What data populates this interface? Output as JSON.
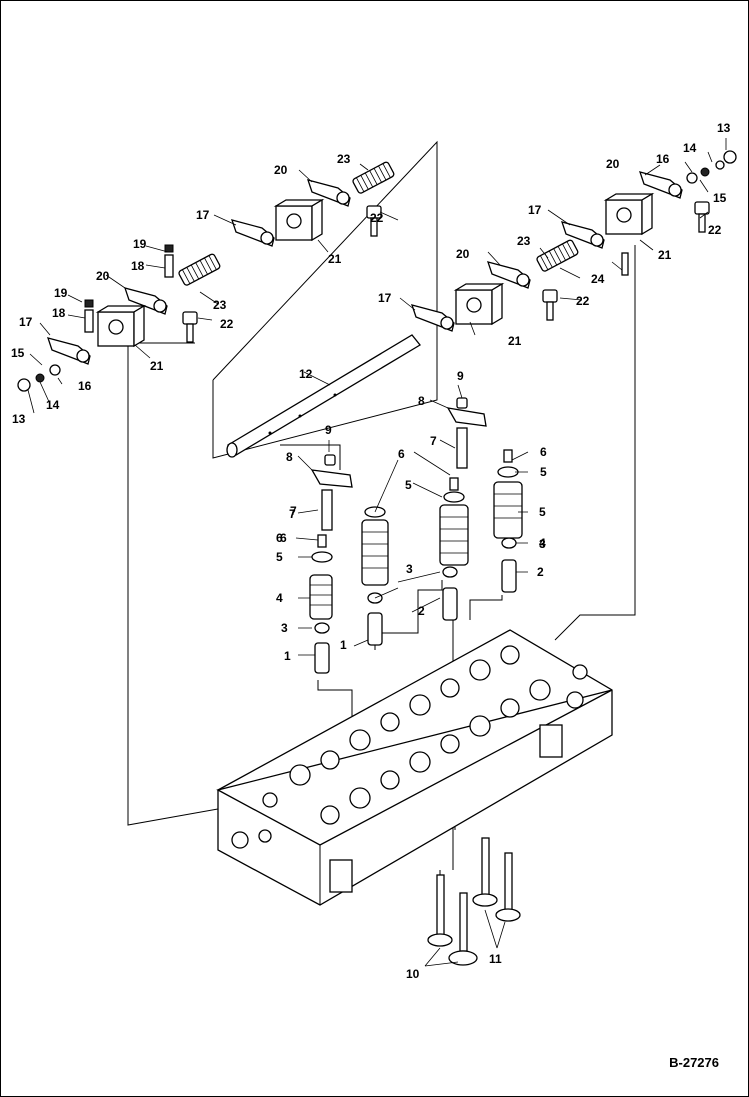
{
  "diagram": {
    "reference": "B-27276",
    "callouts": [
      {
        "id": "c13a",
        "text": "13"
      },
      {
        "id": "c14a",
        "text": "14"
      },
      {
        "id": "c16a",
        "text": "16"
      },
      {
        "id": "c20a",
        "text": "20"
      },
      {
        "id": "c15a",
        "text": "15"
      },
      {
        "id": "c23a",
        "text": "23"
      },
      {
        "id": "c22a",
        "text": "22"
      },
      {
        "id": "c21a",
        "text": "21"
      },
      {
        "id": "c17a",
        "text": "17"
      },
      {
        "id": "c24a",
        "text": "24"
      },
      {
        "id": "c20b",
        "text": "20"
      },
      {
        "id": "c22b",
        "text": "22"
      },
      {
        "id": "c17b",
        "text": "17"
      },
      {
        "id": "c21b",
        "text": "21"
      },
      {
        "id": "c23b",
        "text": "23"
      },
      {
        "id": "c20c",
        "text": "20"
      },
      {
        "id": "c17c",
        "text": "17"
      },
      {
        "id": "c22c",
        "text": "22"
      },
      {
        "id": "c21c",
        "text": "21"
      },
      {
        "id": "c19a",
        "text": "19"
      },
      {
        "id": "c18a",
        "text": "18"
      },
      {
        "id": "c23c",
        "text": "23"
      },
      {
        "id": "c20d",
        "text": "20"
      },
      {
        "id": "c22d",
        "text": "22"
      },
      {
        "id": "c19b",
        "text": "19"
      },
      {
        "id": "c18b",
        "text": "18"
      },
      {
        "id": "c17d",
        "text": "17"
      },
      {
        "id": "c21d",
        "text": "21"
      },
      {
        "id": "c15b",
        "text": "15"
      },
      {
        "id": "c16b",
        "text": "16"
      },
      {
        "id": "c13b",
        "text": "13"
      },
      {
        "id": "c14b",
        "text": "14"
      },
      {
        "id": "c12",
        "text": "12"
      },
      {
        "id": "c9a",
        "text": "9"
      },
      {
        "id": "c8a",
        "text": "8"
      },
      {
        "id": "c7a",
        "text": "7"
      },
      {
        "id": "c6a",
        "text": "6"
      },
      {
        "id": "c5a",
        "text": "5"
      },
      {
        "id": "c4a",
        "text": "4"
      },
      {
        "id": "c3a",
        "text": "3"
      },
      {
        "id": "c2a",
        "text": "2"
      },
      {
        "id": "c9b",
        "text": "9"
      },
      {
        "id": "c8b",
        "text": "8"
      },
      {
        "id": "c7b",
        "text": "7"
      },
      {
        "id": "c6b",
        "text": "6"
      },
      {
        "id": "c5b",
        "text": "5"
      },
      {
        "id": "c6c",
        "text": "6"
      },
      {
        "id": "c5c",
        "text": "5"
      },
      {
        "id": "c3b",
        "text": "3"
      },
      {
        "id": "c2b",
        "text": "2"
      },
      {
        "id": "c1a",
        "text": "1"
      },
      {
        "id": "c7c",
        "text": "7"
      },
      {
        "id": "c6d",
        "text": "6"
      },
      {
        "id": "c5d",
        "text": "5"
      },
      {
        "id": "c4b",
        "text": "4"
      },
      {
        "id": "c3c",
        "text": "3"
      },
      {
        "id": "c1b",
        "text": "1"
      },
      {
        "id": "c10",
        "text": "10"
      },
      {
        "id": "c11",
        "text": "11"
      }
    ]
  }
}
